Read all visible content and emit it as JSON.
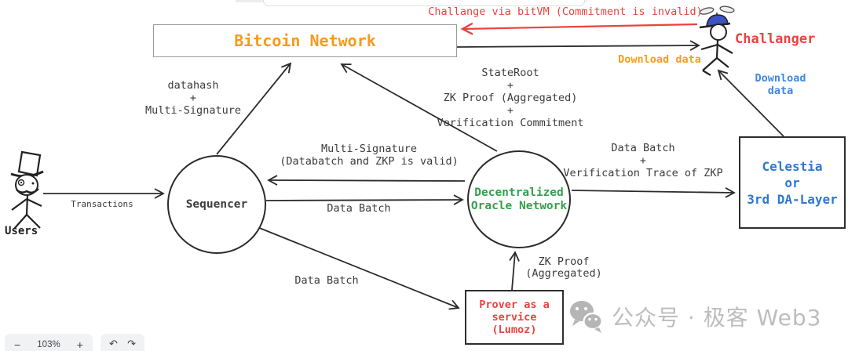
{
  "colors": {
    "accent_orange": "#f49b20",
    "accent_red": "#e8433f",
    "accent_green": "#33a04d",
    "accent_blue_node": "#2f78d0",
    "accent_blue_label": "#3f88e0",
    "label_dark": "#3b3b3b",
    "watermark_gray": "#bdbdbd"
  },
  "nodes": {
    "bitcoin_network": "Bitcoin Network",
    "sequencer": "Sequencer",
    "oracle": "Decentralized\nOracle Network",
    "celestia": "Celestia\nor\n3rd DA-Layer",
    "prover": "Prover as a\nservice\n(Lumoz)",
    "users": "Users",
    "challanger": "Challanger"
  },
  "edge_labels": {
    "challenge": "Challange via bitVM (Commitment is invalid)",
    "download_data_bitcoin": "Download data",
    "download_data_da": "Download data",
    "state_root": "StateRoot\n+\nZK Proof (Aggregated)\n+\nVerification Commitment",
    "datahash": "datahash\n+\nMulti-Signature",
    "multisig_valid": "Multi-Signature\n(Databatch and ZKP is valid)",
    "data_batch_to_oracle": "Data Batch",
    "data_batch_to_prover": "Data Batch",
    "data_batch_trace": "Data Batch\n+\nVerification Trace of ZKP",
    "zk_proof_aggregated": "ZK Proof\n(Aggregated)",
    "transactions": "Transactions"
  },
  "watermark": {
    "text": "公众号 · 极客 Web3"
  },
  "controls": {
    "zoom_out": "−",
    "zoom_level": "103%",
    "zoom_in": "+",
    "undo": "↶",
    "redo": "↷"
  }
}
